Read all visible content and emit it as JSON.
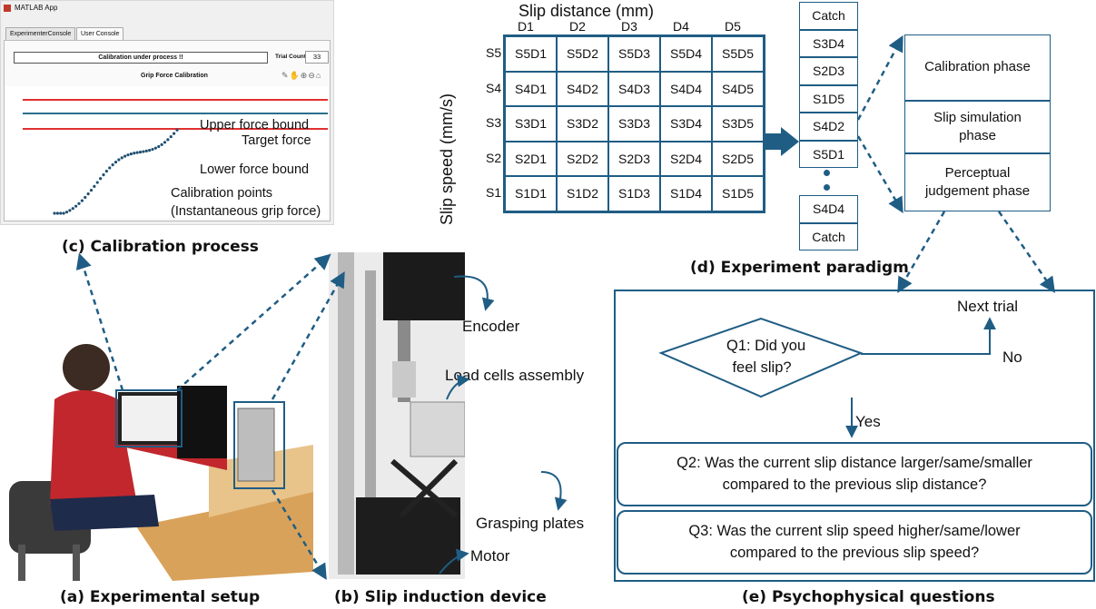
{
  "matlab": {
    "window_title": "MATLAB App",
    "tabs": [
      "ExperimenterConsole",
      "User Console"
    ],
    "status": "Calibration under process !!",
    "trial_count_label": "Trial Count",
    "trial_count_value": "33",
    "plot_title": "Grip Force Calibration",
    "annotations": {
      "upper": "Upper force bound",
      "target": "Target force",
      "lower": "Lower force bound",
      "points_line1": "Calibration points",
      "points_line2": "(Instantaneous grip force)"
    }
  },
  "captions": {
    "a": "(a) Experimental setup",
    "b": "(b) Slip induction device",
    "c": "(c) Calibration process",
    "d": "(d) Experiment paradigm",
    "e": "(e) Psychophysical questions"
  },
  "device_labels": {
    "encoder": "Encoder",
    "load_cells": "Load cells assembly",
    "grasping": "Grasping plates",
    "motor": "Motor"
  },
  "paradigm": {
    "x_title": "Slip distance (mm)",
    "y_title": "Slip speed (mm/s)",
    "columns": [
      "D1",
      "D2",
      "D3",
      "D4",
      "D5"
    ],
    "rows": [
      {
        "label": "S5",
        "cells": [
          "S5D1",
          "S5D2",
          "S5D3",
          "S5D4",
          "S5D5"
        ]
      },
      {
        "label": "S4",
        "cells": [
          "S4D1",
          "S4D2",
          "S4D3",
          "S4D4",
          "S4D5"
        ]
      },
      {
        "label": "S3",
        "cells": [
          "S3D1",
          "S3D2",
          "S3D3",
          "S3D4",
          "S3D5"
        ]
      },
      {
        "label": "S2",
        "cells": [
          "S2D1",
          "S2D2",
          "S2D3",
          "S2D4",
          "S2D5"
        ]
      },
      {
        "label": "S1",
        "cells": [
          "S1D1",
          "S1D2",
          "S1D3",
          "S1D4",
          "S1D5"
        ]
      }
    ],
    "sequence_top": [
      "Catch",
      "S3D4",
      "S2D3",
      "S1D5",
      "S4D2",
      "S5D1"
    ],
    "sequence_bottom": [
      "S4D4",
      "Catch"
    ],
    "phases": [
      "Calibration phase",
      "Slip simulation phase",
      "Perceptual judgement phase"
    ]
  },
  "questions": {
    "next_trial": "Next trial",
    "q1_line1": "Q1: Did you",
    "q1_line2": "feel slip?",
    "no": "No",
    "yes": "Yes",
    "q2_line1": "Q2: Was the current slip distance larger/same/smaller",
    "q2_line2": "compared to the previous slip distance?",
    "q3_line1": "Q3: Was the current slip speed higher/same/lower",
    "q3_line2": "compared to the previous slip speed?"
  },
  "colors": {
    "accent": "#1f5d84",
    "bound_red": "#e03030",
    "target_blue": "#2a6f8f"
  }
}
